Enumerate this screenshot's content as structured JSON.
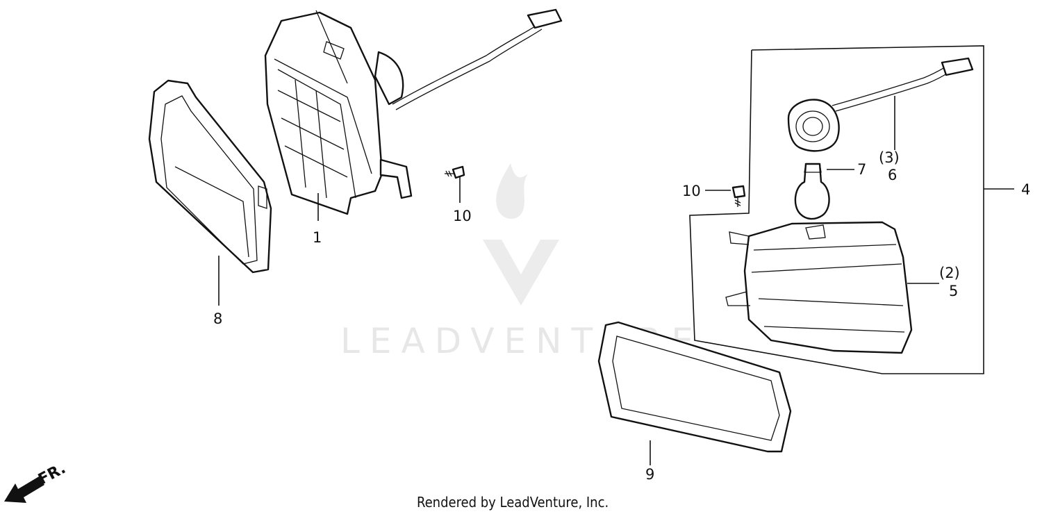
{
  "callouts": {
    "part_1": "1",
    "part_8": "8",
    "part_10_left": "10",
    "part_10_right": "10",
    "part_7": "7",
    "part_3": "(3)",
    "part_6": "6",
    "part_4": "4",
    "part_2": "(2)",
    "part_5": "5",
    "part_9": "9"
  },
  "direction_marker": "FR.",
  "watermark": "LEADVENTURE",
  "footer": "Rendered by LeadVenture, Inc."
}
